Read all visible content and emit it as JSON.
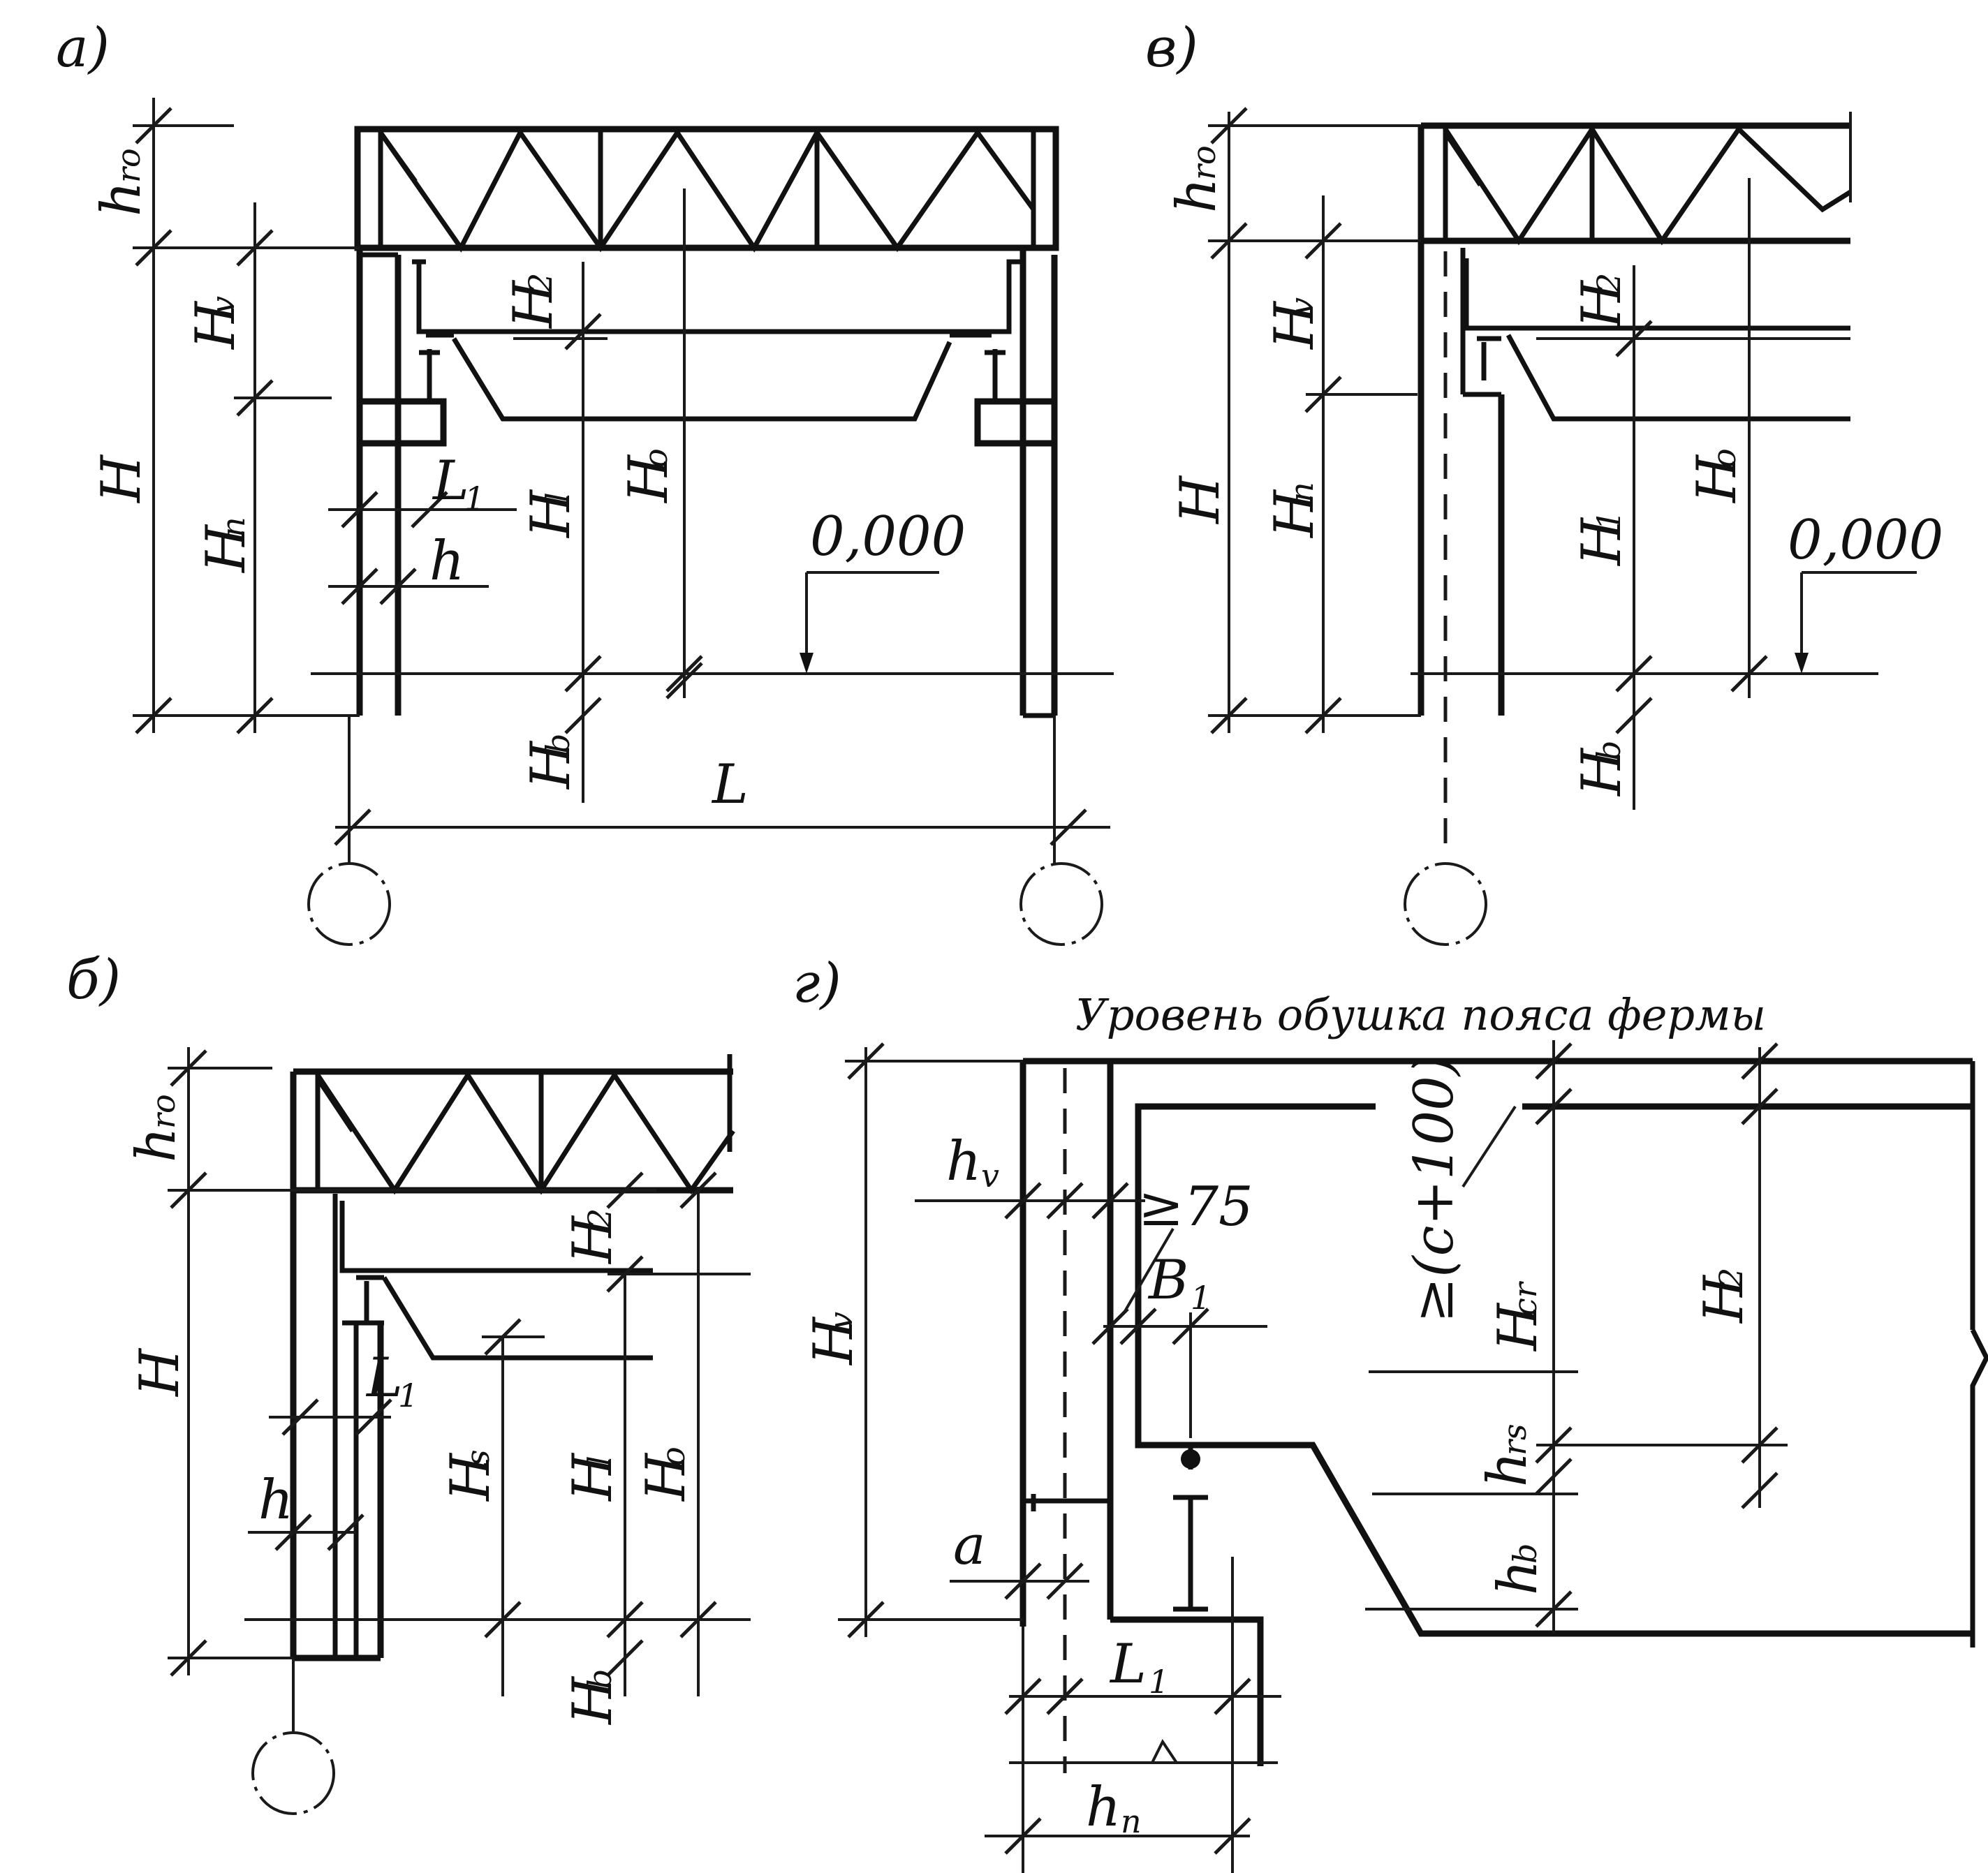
{
  "panels": {
    "a": {
      "label": "а)",
      "dims": {
        "hro": "h",
        "hro_sub": "ro",
        "Hv": "H",
        "Hv_sub": "v",
        "H": "H",
        "Hn": "H",
        "Hn_sub": "n",
        "H2": "H",
        "H2_sub": "2",
        "L1": "L",
        "L1_sub": "1",
        "h": "h",
        "Hl": "H",
        "Hl_sub": "l",
        "Ho": "H",
        "Ho_sub": "o",
        "Hb": "H",
        "Hb_sub": "b",
        "L": "L"
      },
      "elevation": "0,000"
    },
    "b": {
      "label": "б)",
      "dims": {
        "hro": "h",
        "hro_sub": "ro",
        "H": "H",
        "H2": "H",
        "H2_sub": "2",
        "L1": "L",
        "L1_sub": "1",
        "h": "h",
        "Hs": "H",
        "Hs_sub": "s",
        "Hl": "H",
        "Hl_sub": "l",
        "Ho": "H",
        "Ho_sub": "o",
        "Hb": "H",
        "Hb_sub": "b"
      }
    },
    "v": {
      "label": "в)",
      "dims": {
        "hro": "h",
        "hro_sub": "ro",
        "H": "H",
        "Hv": "H",
        "Hv_sub": "v",
        "Hn": "H",
        "Hn_sub": "n",
        "H2": "H",
        "H2_sub": "2",
        "H1": "H",
        "H1_sub": "1",
        "Ho": "H",
        "Ho_sub": "o",
        "Hb": "H",
        "Hb_sub": "b"
      },
      "elevation": "0,000"
    },
    "g": {
      "label": "г)",
      "caption": "Уровень обушка пояса  фермы",
      "dims": {
        "hv": "h",
        "hv_sub": "v",
        "Hv": "H",
        "Hv_sub": "v",
        "ge75": "≥75",
        "B1": "B",
        "B1_sub": "1",
        "a": "a",
        "L1": "L",
        "L1_sub": "1",
        "hn": "h",
        "hn_sub": "n",
        "c100": "≥(c+100)",
        "Hcr": "H",
        "Hcr_sub": "cr",
        "hrs": "h",
        "hrs_sub": "rs",
        "hb": "h",
        "hb_sub": "b",
        "H2": "H",
        "H2_sub": "2"
      }
    }
  }
}
